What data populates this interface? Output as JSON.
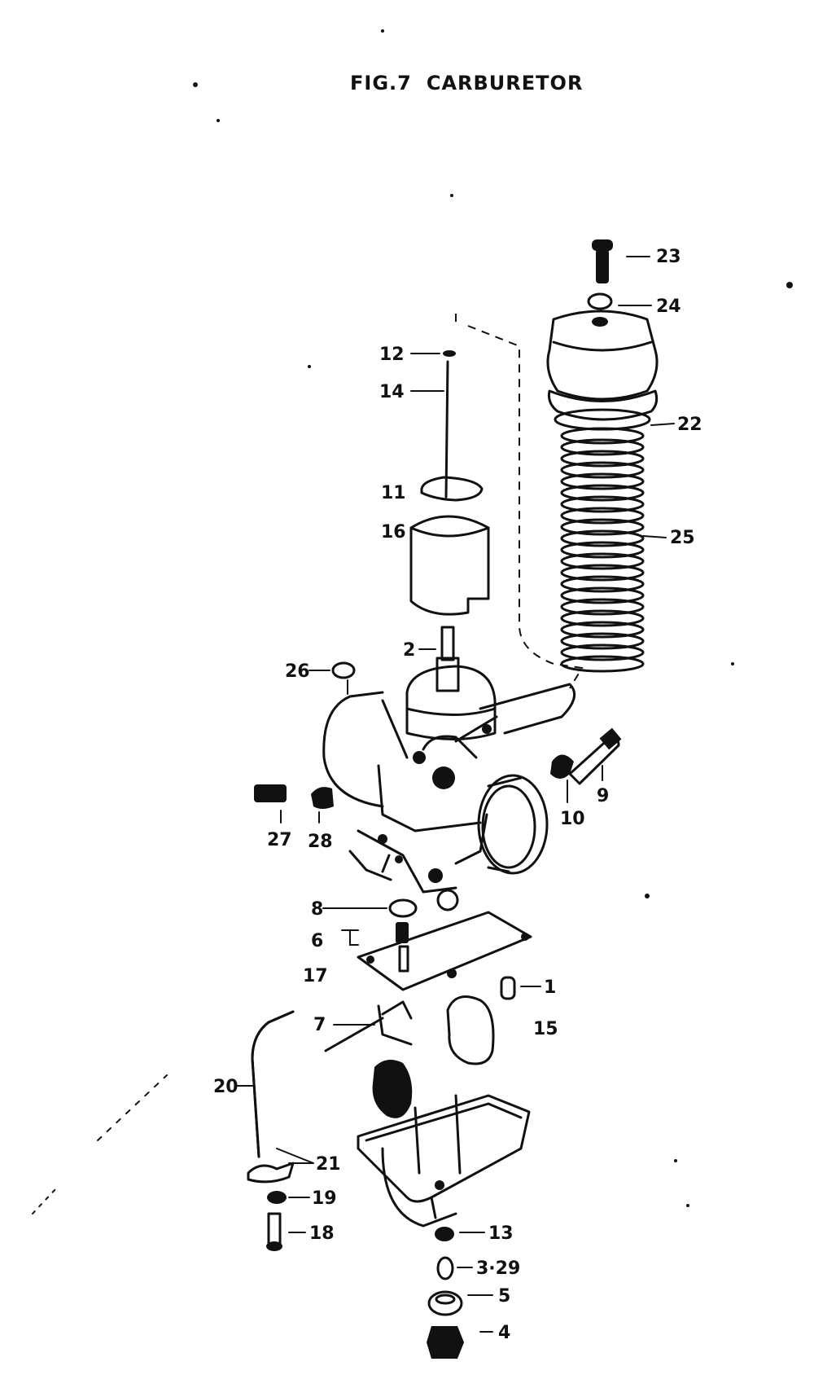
{
  "figure": {
    "number": "FIG.7",
    "title": "CARBURETOR"
  },
  "callouts": [
    {
      "id": "c23",
      "label": "23"
    },
    {
      "id": "c24",
      "label": "24"
    },
    {
      "id": "c12",
      "label": "12"
    },
    {
      "id": "c14",
      "label": "14"
    },
    {
      "id": "c22",
      "label": "22"
    },
    {
      "id": "c11",
      "label": "11"
    },
    {
      "id": "c16",
      "label": "16"
    },
    {
      "id": "c25",
      "label": "25"
    },
    {
      "id": "c2",
      "label": "2"
    },
    {
      "id": "c26",
      "label": "26"
    },
    {
      "id": "c9",
      "label": "9"
    },
    {
      "id": "c10",
      "label": "10"
    },
    {
      "id": "c27",
      "label": "27"
    },
    {
      "id": "c28",
      "label": "28"
    },
    {
      "id": "c8",
      "label": "8"
    },
    {
      "id": "c6",
      "label": "6"
    },
    {
      "id": "c17",
      "label": "17"
    },
    {
      "id": "c1",
      "label": "1"
    },
    {
      "id": "c15",
      "label": "15"
    },
    {
      "id": "c7",
      "label": "7"
    },
    {
      "id": "c20",
      "label": "20"
    },
    {
      "id": "c21",
      "label": "21"
    },
    {
      "id": "c19",
      "label": "19"
    },
    {
      "id": "c18",
      "label": "18"
    },
    {
      "id": "c13",
      "label": "13"
    },
    {
      "id": "c3",
      "label": "3·29"
    },
    {
      "id": "c5",
      "label": "5"
    },
    {
      "id": "c4",
      "label": "4"
    }
  ]
}
